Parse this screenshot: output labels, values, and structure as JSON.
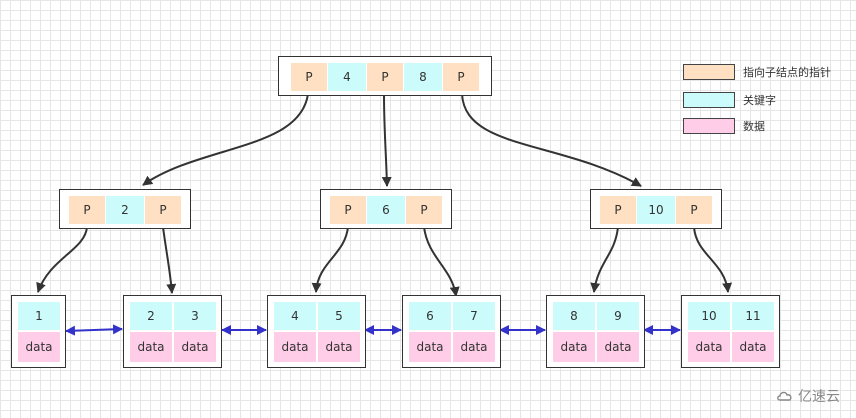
{
  "colors": {
    "pointer": "#ffe0c2",
    "key": "#ccfbfb",
    "data": "#ffcde8",
    "arrow": "#333333",
    "link": "#3333cc"
  },
  "legend": [
    {
      "label": "指向子结点的指针",
      "kind": "pointer"
    },
    {
      "label": "关键字",
      "kind": "key"
    },
    {
      "label": "数据",
      "kind": "data"
    }
  ],
  "tree": {
    "root": {
      "cells": [
        "P",
        "4",
        "P",
        "8",
        "P"
      ]
    },
    "internal": [
      {
        "cells": [
          "P",
          "2",
          "P"
        ]
      },
      {
        "cells": [
          "P",
          "6",
          "P"
        ]
      },
      {
        "cells": [
          "P",
          "10",
          "P"
        ]
      }
    ],
    "leaves": [
      {
        "keys": [
          "1"
        ],
        "data": [
          "data"
        ]
      },
      {
        "keys": [
          "2",
          "3"
        ],
        "data": [
          "data",
          "data"
        ]
      },
      {
        "keys": [
          "4",
          "5"
        ],
        "data": [
          "data",
          "data"
        ]
      },
      {
        "keys": [
          "6",
          "7"
        ],
        "data": [
          "data",
          "data"
        ]
      },
      {
        "keys": [
          "8",
          "9"
        ],
        "data": [
          "data",
          "data"
        ]
      },
      {
        "keys": [
          "10",
          "11"
        ],
        "data": [
          "data",
          "data"
        ]
      }
    ]
  },
  "watermark": {
    "text": "亿速云",
    "icon": "cloud-logo-icon"
  }
}
